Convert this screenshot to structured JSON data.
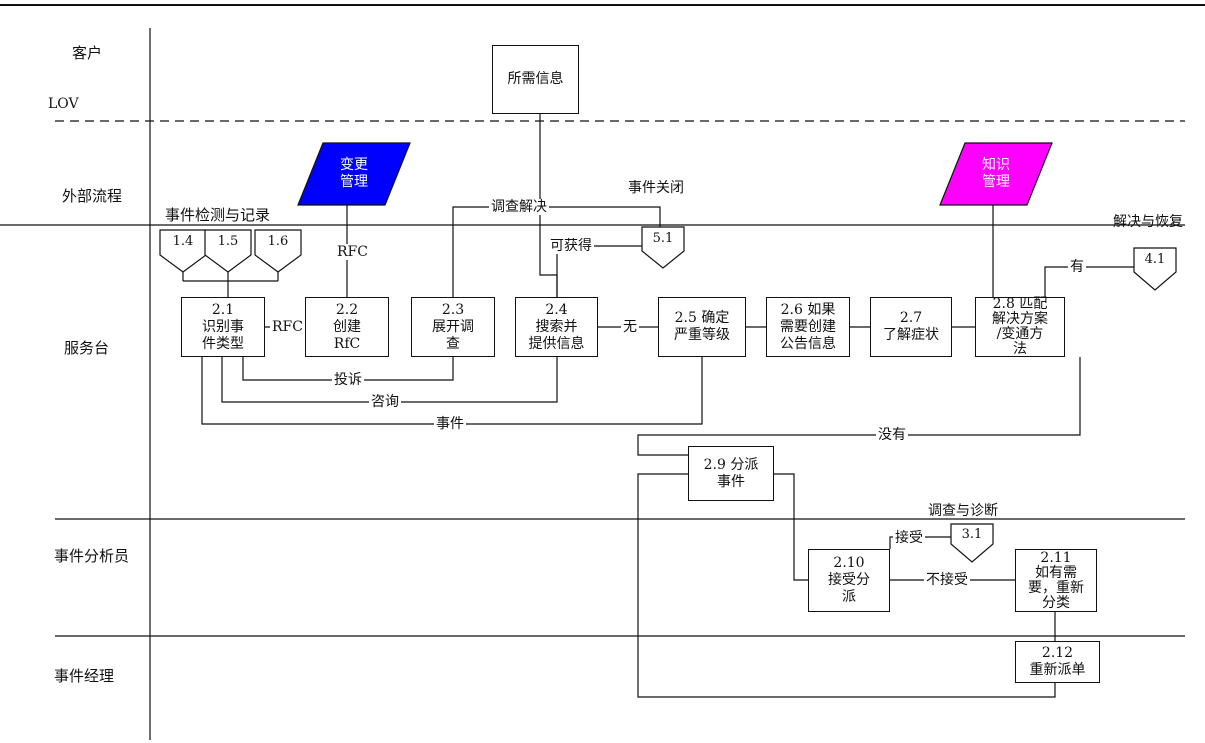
{
  "lanes": {
    "customer": "客户",
    "lov": "LOV",
    "external": "外部流程",
    "service_desk": "服务台",
    "analyst": "事件分析员",
    "manager": "事件经理"
  },
  "shapes": {
    "required_info": "所需信息",
    "change_mgmt": [
      "变更",
      "管理"
    ],
    "knowledge_mgmt": [
      "知识",
      "管理"
    ],
    "p14": "1.4",
    "p15": "1.5",
    "p16": "1.6",
    "p51": "5.1",
    "p41": "4.1",
    "p31": "3.1",
    "b21": [
      "2.1",
      "识别事",
      "件类型"
    ],
    "b22": [
      "2.2",
      "创建",
      "RfC"
    ],
    "b23": [
      "2.3",
      "展开调",
      "查"
    ],
    "b24": [
      "2.4",
      "搜索并",
      "提供信息"
    ],
    "b25": [
      "2.5 确定",
      "严重等级"
    ],
    "b26": [
      "2.6 如果",
      "需要创建",
      "公告信息"
    ],
    "b27": [
      "2.7",
      "了解症状"
    ],
    "b28": [
      "2.8 匹配",
      "解决方案",
      "/变通方",
      "法"
    ],
    "b29": [
      "2.9 分派",
      "事件"
    ],
    "b210": [
      "2.10",
      "接受分",
      "派"
    ],
    "b211": [
      "2.11",
      "如有需",
      "要，重新",
      "分类"
    ],
    "b212": [
      "2.12",
      "重新派单"
    ]
  },
  "labels": {
    "detect_record": "事件检测与记录",
    "investigate_resolve": "调查解决",
    "incident_close": "事件关闭",
    "rfc_down": "RFC",
    "rfc_left": "RFC",
    "available": "可获得",
    "none": "无",
    "complaint": "投诉",
    "consult": "咨询",
    "incident": "事件",
    "not_have": "没有",
    "have": "有",
    "resolve_recover": "解决与恢复",
    "investigate_diagnose": "调查与诊断",
    "accept": "接受",
    "not_accept": "不接受"
  }
}
